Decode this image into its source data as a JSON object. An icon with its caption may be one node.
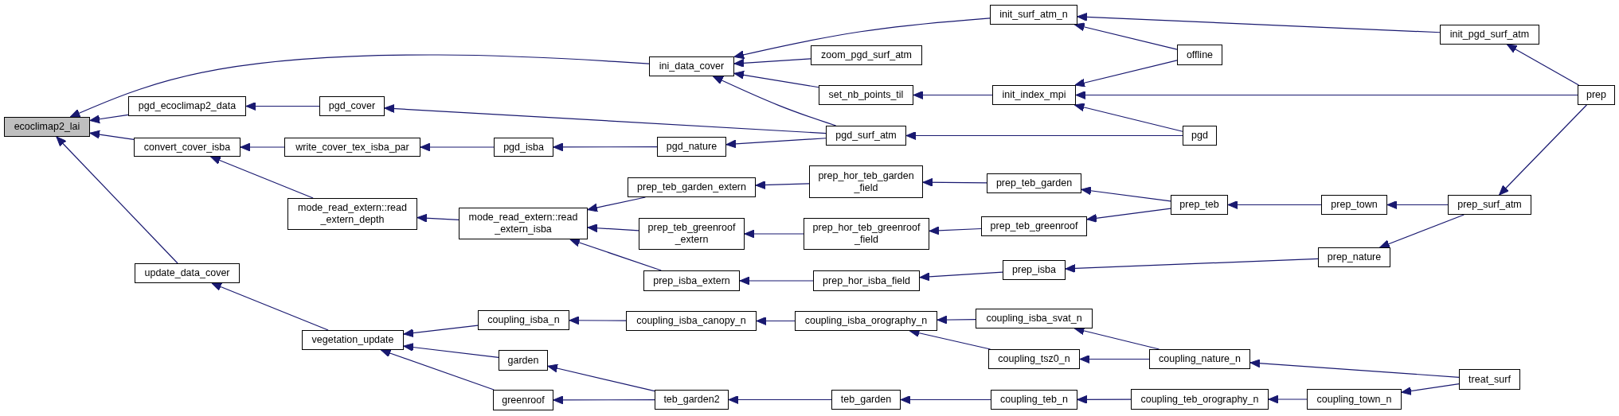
{
  "diagram": {
    "nodes": [
      {
        "text": [
          "ecoclimap2_lai"
        ]
      },
      {
        "text": [
          "pgd_ecoclimap2_data"
        ]
      },
      {
        "text": [
          "convert_cover_isba"
        ]
      },
      {
        "text": [
          "update_data_cover"
        ]
      },
      {
        "text": [
          "pgd_cover"
        ]
      },
      {
        "text": [
          "write_cover_tex_isba_par"
        ]
      },
      {
        "text": [
          "mode_read_extern::read _extern_depth"
        ]
      },
      {
        "text": [
          "vegetation_update"
        ]
      },
      {
        "text": [
          "ini_data_cover"
        ]
      },
      {
        "text": [
          "pgd_isba"
        ]
      },
      {
        "text": [
          "mode_read_extern::read _extern_isba"
        ]
      },
      {
        "text": [
          "coupling_isba_n"
        ]
      },
      {
        "text": [
          "garden"
        ]
      },
      {
        "text": [
          "greenroof"
        ]
      },
      {
        "text": [
          "pgd_nature"
        ]
      },
      {
        "text": [
          "prep_teb_garden_extern"
        ]
      },
      {
        "text": [
          "prep_teb_greenroof _extern"
        ]
      },
      {
        "text": [
          "prep_isba_extern"
        ]
      },
      {
        "text": [
          "coupling_isba_canopy_n"
        ]
      },
      {
        "text": [
          "teb_garden2"
        ]
      },
      {
        "text": [
          "zoom_pgd_surf_atm"
        ]
      },
      {
        "text": [
          "set_nb_points_til"
        ]
      },
      {
        "text": [
          "pgd_surf_atm"
        ]
      },
      {
        "text": [
          "prep_hor_teb_garden _field"
        ]
      },
      {
        "text": [
          "prep_hor_teb_greenroof _field"
        ]
      },
      {
        "text": [
          "prep_hor_isba_field"
        ]
      },
      {
        "text": [
          "coupling_isba_orography_n"
        ]
      },
      {
        "text": [
          "teb_garden"
        ]
      },
      {
        "text": [
          "init_surf_atm_n"
        ]
      },
      {
        "text": [
          "init_index_mpi"
        ]
      },
      {
        "text": [
          "prep_teb_garden"
        ]
      },
      {
        "text": [
          "prep_teb_greenroof"
        ]
      },
      {
        "text": [
          "prep_isba"
        ]
      },
      {
        "text": [
          "coupling_isba_svat_n"
        ]
      },
      {
        "text": [
          "coupling_tsz0_n"
        ]
      },
      {
        "text": [
          "coupling_teb_n"
        ]
      },
      {
        "text": [
          "offline"
        ]
      },
      {
        "text": [
          "pgd"
        ]
      },
      {
        "text": [
          "prep_teb"
        ]
      },
      {
        "text": [
          "coupling_nature_n"
        ]
      },
      {
        "text": [
          "coupling_teb_orography_n"
        ]
      },
      {
        "text": [
          "prep_town"
        ]
      },
      {
        "text": [
          "prep_nature"
        ]
      },
      {
        "text": [
          "coupling_town_n"
        ]
      },
      {
        "text": [
          "init_pgd_surf_atm"
        ]
      },
      {
        "text": [
          "prep_surf_atm"
        ]
      },
      {
        "text": [
          "treat_surf"
        ]
      },
      {
        "text": [
          "prep"
        ]
      }
    ],
    "edges": [
      {
        "from": 1,
        "to": 0,
        "arrow": "to"
      },
      {
        "from": 2,
        "to": 0,
        "arrow": "to"
      },
      {
        "from": 3,
        "to": 0,
        "arrow": "to"
      },
      {
        "from": 8,
        "to": 0,
        "arrow": "to"
      },
      {
        "from": 4,
        "to": 1,
        "arrow": "to"
      },
      {
        "from": 5,
        "to": 2,
        "arrow": "to"
      },
      {
        "from": 6,
        "to": 2,
        "arrow": "to"
      },
      {
        "from": 7,
        "to": 3,
        "arrow": "to"
      },
      {
        "from": 22,
        "to": 4,
        "arrow": "to"
      },
      {
        "from": 9,
        "to": 5,
        "arrow": "to"
      },
      {
        "from": 10,
        "to": 6,
        "arrow": "to"
      },
      {
        "from": 11,
        "to": 7,
        "arrow": "to"
      },
      {
        "from": 12,
        "to": 7,
        "arrow": "to"
      },
      {
        "from": 13,
        "to": 7,
        "arrow": "to"
      },
      {
        "from": 28,
        "to": 8,
        "arrow": "to"
      },
      {
        "from": 20,
        "to": 8,
        "arrow": "to"
      },
      {
        "from": 21,
        "to": 8,
        "arrow": "to"
      },
      {
        "from": 22,
        "to": 8,
        "arrow": "to"
      },
      {
        "from": 14,
        "to": 9,
        "arrow": "to"
      },
      {
        "from": 15,
        "to": 10,
        "arrow": "to"
      },
      {
        "from": 16,
        "to": 10,
        "arrow": "to"
      },
      {
        "from": 17,
        "to": 10,
        "arrow": "to"
      },
      {
        "from": 18,
        "to": 11,
        "arrow": "to"
      },
      {
        "from": 19,
        "to": 12,
        "arrow": "to"
      },
      {
        "from": 19,
        "to": 13,
        "arrow": "to"
      },
      {
        "from": 22,
        "to": 14,
        "arrow": "to"
      },
      {
        "from": 23,
        "to": 15,
        "arrow": "to"
      },
      {
        "from": 24,
        "to": 16,
        "arrow": "to"
      },
      {
        "from": 25,
        "to": 17,
        "arrow": "to"
      },
      {
        "from": 26,
        "to": 18,
        "arrow": "to"
      },
      {
        "from": 27,
        "to": 19,
        "arrow": "to"
      },
      {
        "from": 29,
        "to": 21,
        "arrow": "to"
      },
      {
        "from": 36,
        "to": 28,
        "arrow": "to"
      },
      {
        "from": 44,
        "to": 28,
        "arrow": "to"
      },
      {
        "from": 36,
        "to": 29,
        "arrow": "to"
      },
      {
        "from": 47,
        "to": 29,
        "arrow": "to"
      },
      {
        "from": 37,
        "to": 29,
        "arrow": "to"
      },
      {
        "from": 37,
        "to": 22,
        "arrow": "to"
      },
      {
        "from": 30,
        "to": 23,
        "arrow": "to"
      },
      {
        "from": 31,
        "to": 24,
        "arrow": "to"
      },
      {
        "from": 32,
        "to": 25,
        "arrow": "to"
      },
      {
        "from": 33,
        "to": 26,
        "arrow": "to"
      },
      {
        "from": 34,
        "to": 26,
        "arrow": "to"
      },
      {
        "from": 35,
        "to": 27,
        "arrow": "to"
      },
      {
        "from": 38,
        "to": 30,
        "arrow": "to"
      },
      {
        "from": 38,
        "to": 31,
        "arrow": "to"
      },
      {
        "from": 42,
        "to": 32,
        "arrow": "to"
      },
      {
        "from": 39,
        "to": 33,
        "arrow": "to"
      },
      {
        "from": 39,
        "to": 34,
        "arrow": "to"
      },
      {
        "from": 40,
        "to": 35,
        "arrow": "to"
      },
      {
        "from": 41,
        "to": 38,
        "arrow": "to"
      },
      {
        "from": 45,
        "to": 41,
        "arrow": "to"
      },
      {
        "from": 45,
        "to": 42,
        "arrow": "to"
      },
      {
        "from": 43,
        "to": 40,
        "arrow": "to"
      },
      {
        "from": 46,
        "to": 39,
        "arrow": "to"
      },
      {
        "from": 46,
        "to": 43,
        "arrow": "to"
      },
      {
        "from": 47,
        "to": 44,
        "arrow": "to"
      },
      {
        "from": 47,
        "to": 45,
        "arrow": "to"
      }
    ]
  }
}
